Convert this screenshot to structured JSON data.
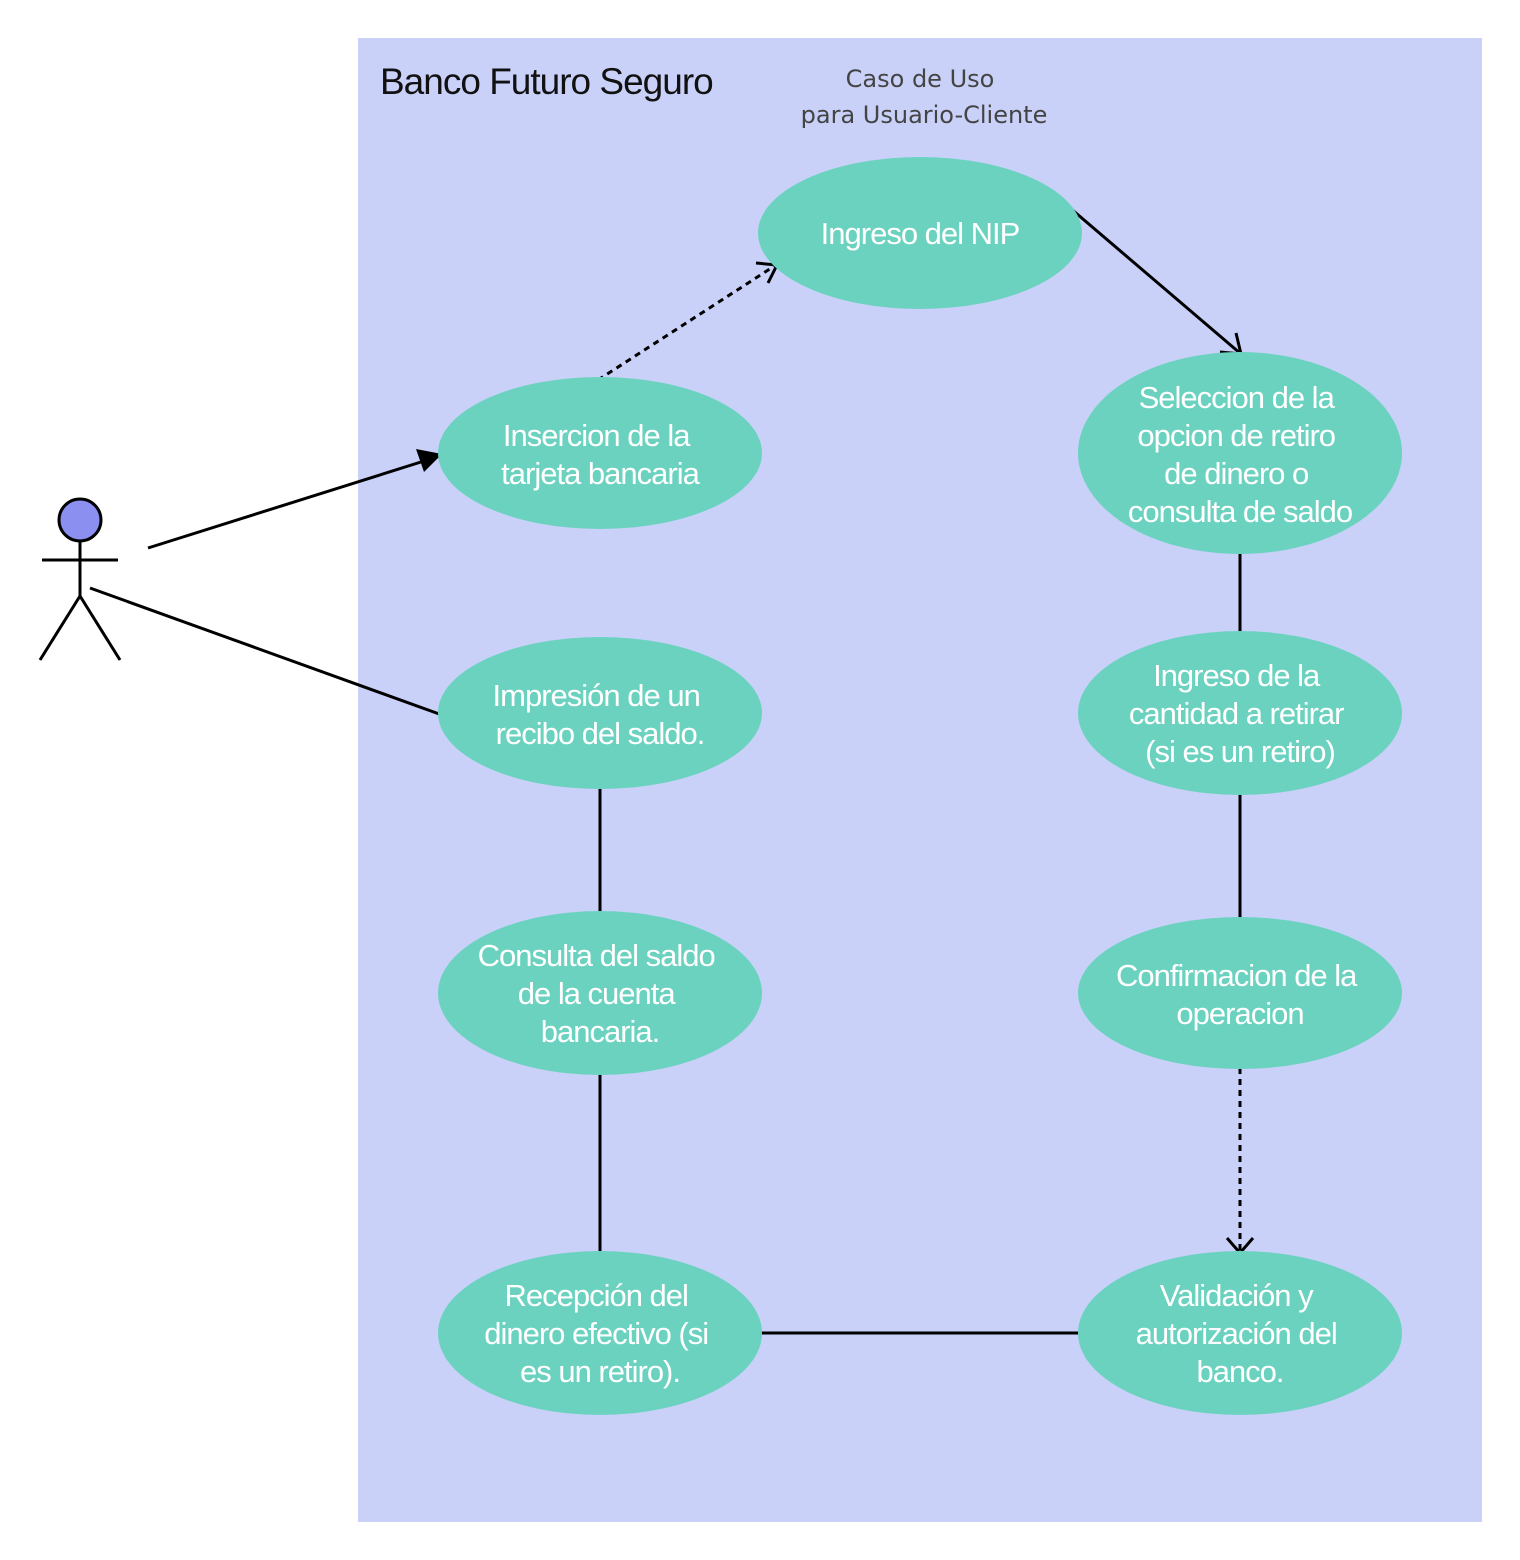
{
  "system": {
    "title": "Banco Futuro Seguro",
    "subtitle_line1": "Caso de Uso",
    "subtitle_line2": "para Usuario-Cliente"
  },
  "colors": {
    "boundary_fill": "#c9d1f9",
    "usecase_fill": "#6cd2c0",
    "actor_head": "#8a8ff0",
    "line": "#000000",
    "usecase_text": "#ffffff"
  },
  "use_cases": {
    "nip": [
      "Ingreso del NIP"
    ],
    "insercion": [
      "Insercion de la",
      "tarjeta bancaria"
    ],
    "seleccion": [
      "Seleccion de la",
      "opcion de retiro",
      "de dinero o",
      "consulta de saldo"
    ],
    "impresion": [
      "Impresión de un",
      "recibo del saldo."
    ],
    "ingreso_cantidad": [
      "Ingreso de la",
      "cantidad a retirar",
      "(si es un retiro)"
    ],
    "consulta": [
      "Consulta del saldo",
      "de la cuenta",
      "bancaria."
    ],
    "confirmacion": [
      "Confirmacion de la",
      "operacion"
    ],
    "recepcion": [
      "Recepción del",
      "dinero efectivo (si",
      "es un retiro)."
    ],
    "validacion": [
      "Validación y",
      "autorización del",
      "banco."
    ]
  }
}
